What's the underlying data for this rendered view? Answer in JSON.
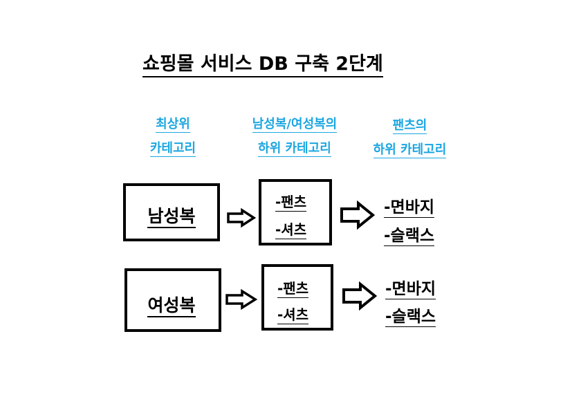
{
  "title": "쇼핑몰 서비스 DB 구축 2단계",
  "headers": {
    "col1": {
      "line1": "최상위",
      "line2": "카테고리"
    },
    "col2": {
      "line1": "남성복/여성복의",
      "line2": "하위 카테고리"
    },
    "col3": {
      "line1": "팬츠의",
      "line2": "하위 카테고리"
    }
  },
  "rows": [
    {
      "category": "남성복",
      "sub_items": [
        "-팬츠",
        "-셔츠"
      ],
      "leaf_items": [
        "-면바지",
        "-슬랙스"
      ]
    },
    {
      "category": "여성복",
      "sub_items": [
        "-팬츠",
        "-셔츠"
      ],
      "leaf_items": [
        "-면바지",
        "-슬랙스"
      ]
    }
  ],
  "colors": {
    "header_text": "#1aa6e0",
    "box_border": "#000000"
  }
}
